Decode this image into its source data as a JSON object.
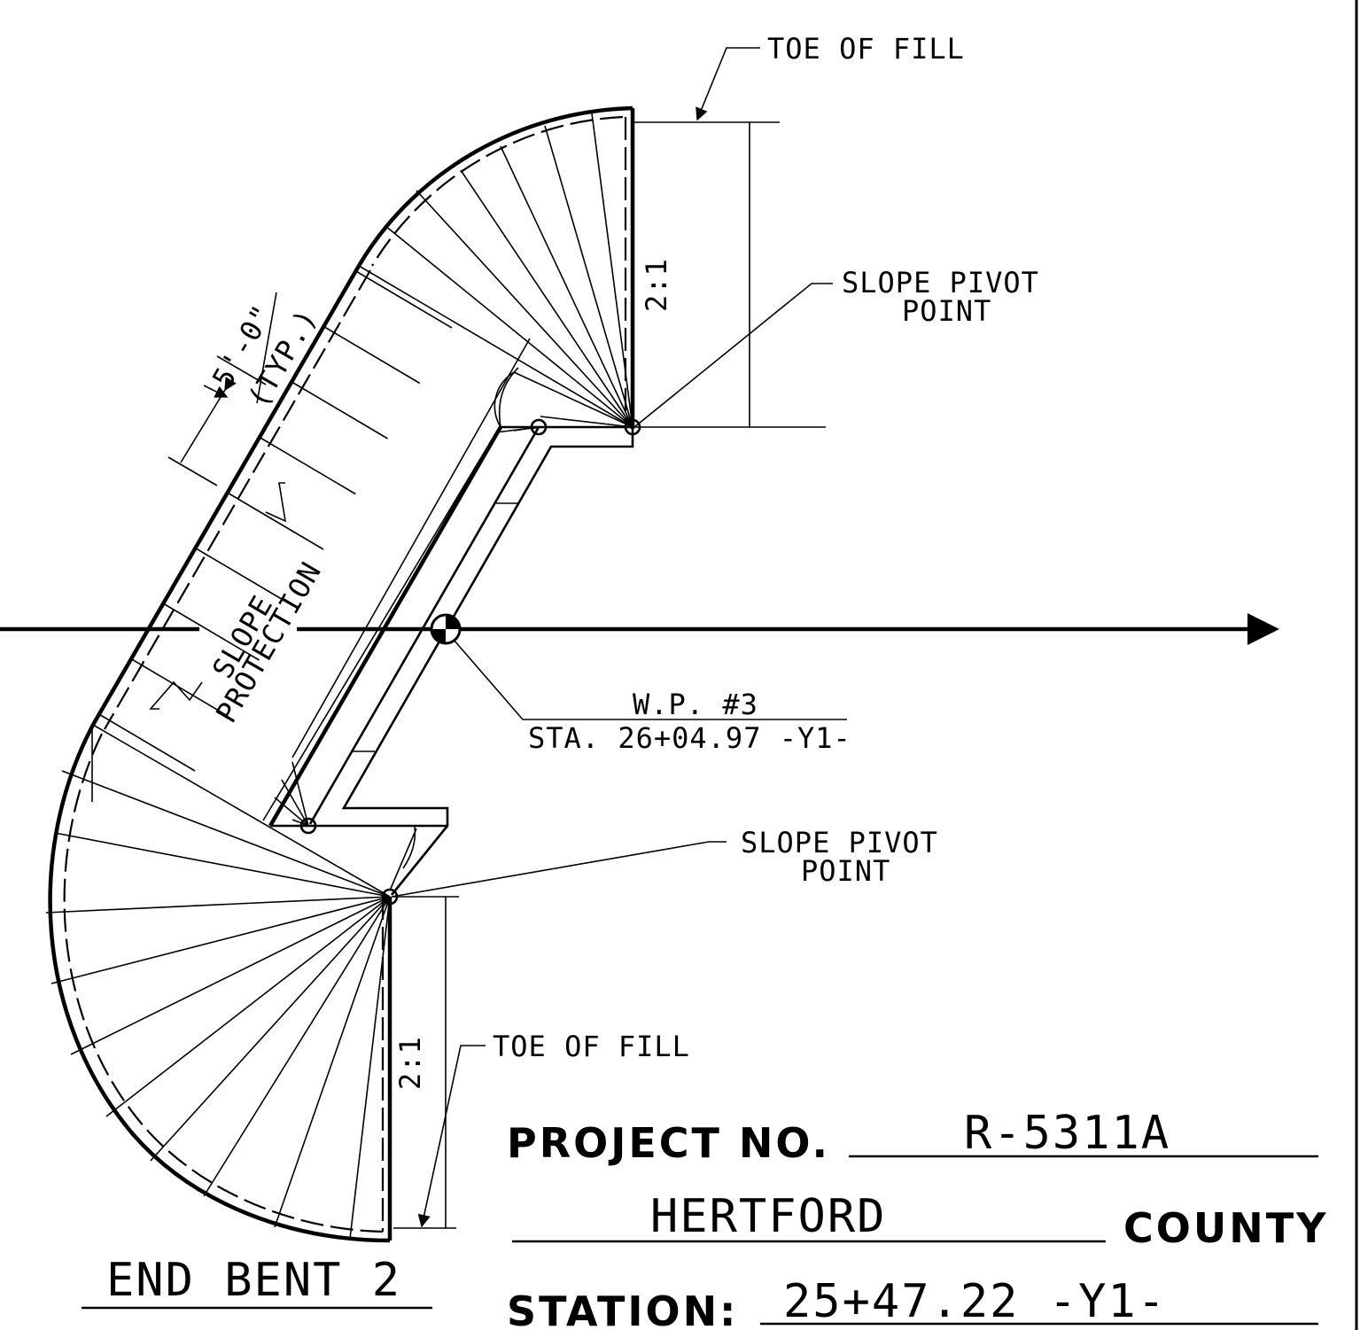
{
  "labels": {
    "toe_of_fill_top": "TOE OF FILL",
    "toe_of_fill_bottom": "TOE OF FILL",
    "slope_pivot_top_line1": "SLOPE PIVOT",
    "slope_pivot_top_line2": "POINT",
    "slope_pivot_bottom_line1": "SLOPE PIVOT",
    "slope_pivot_bottom_line2": "POINT",
    "slope_ratio_top": "2:1",
    "slope_ratio_bottom": "2:1",
    "dimension": "5'-0\"",
    "dimension_note": "(TYP.)",
    "slope_protection_line1": "SLOPE",
    "slope_protection_line2": "PROTECTION",
    "wp_label": "W.P. #3",
    "wp_station": "STA. 26+04.97 -Y1-",
    "end_bent": "END BENT 2"
  },
  "title_block": {
    "project_label": "PROJECT NO.",
    "project_value": "R-5311A",
    "county_value": "HERTFORD",
    "county_label": "COUNTY",
    "station_label": "STATION:",
    "station_value": "25+47.22 -Y1-"
  }
}
